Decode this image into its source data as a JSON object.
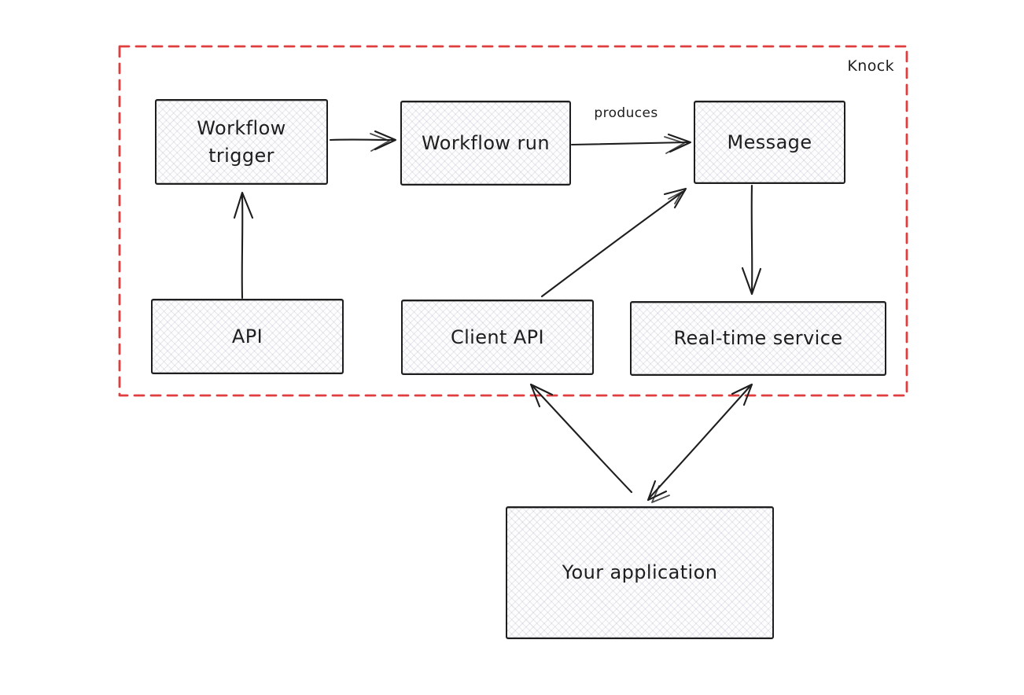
{
  "colors": {
    "boundary_red": "#e03e3e",
    "stroke_dark": "#1e1e1e",
    "node_fill": "#f6f7f9",
    "background": "#ffffff"
  },
  "diagram": {
    "boundary_label": "Knock",
    "nodes": {
      "workflow_trigger": {
        "label": "Workflow\ntrigger"
      },
      "workflow_run": {
        "label": "Workflow run"
      },
      "message": {
        "label": "Message"
      },
      "api": {
        "label": "API"
      },
      "client_api": {
        "label": "Client API"
      },
      "real_time_service": {
        "label": "Real-time service"
      },
      "your_application": {
        "label": "Your application"
      }
    },
    "edges": [
      {
        "from": "api",
        "to": "workflow_trigger",
        "label": "",
        "arrows": "end"
      },
      {
        "from": "workflow_trigger",
        "to": "workflow_run",
        "label": "",
        "arrows": "end"
      },
      {
        "from": "workflow_run",
        "to": "message",
        "label": "produces",
        "arrows": "end"
      },
      {
        "from": "client_api",
        "to": "message",
        "label": "",
        "arrows": "end"
      },
      {
        "from": "message",
        "to": "real_time_service",
        "label": "",
        "arrows": "end"
      },
      {
        "from": "your_application",
        "to": "client_api",
        "label": "",
        "arrows": "end"
      },
      {
        "from": "your_application",
        "to": "real_time_service",
        "label": "",
        "arrows": "both"
      }
    ]
  }
}
